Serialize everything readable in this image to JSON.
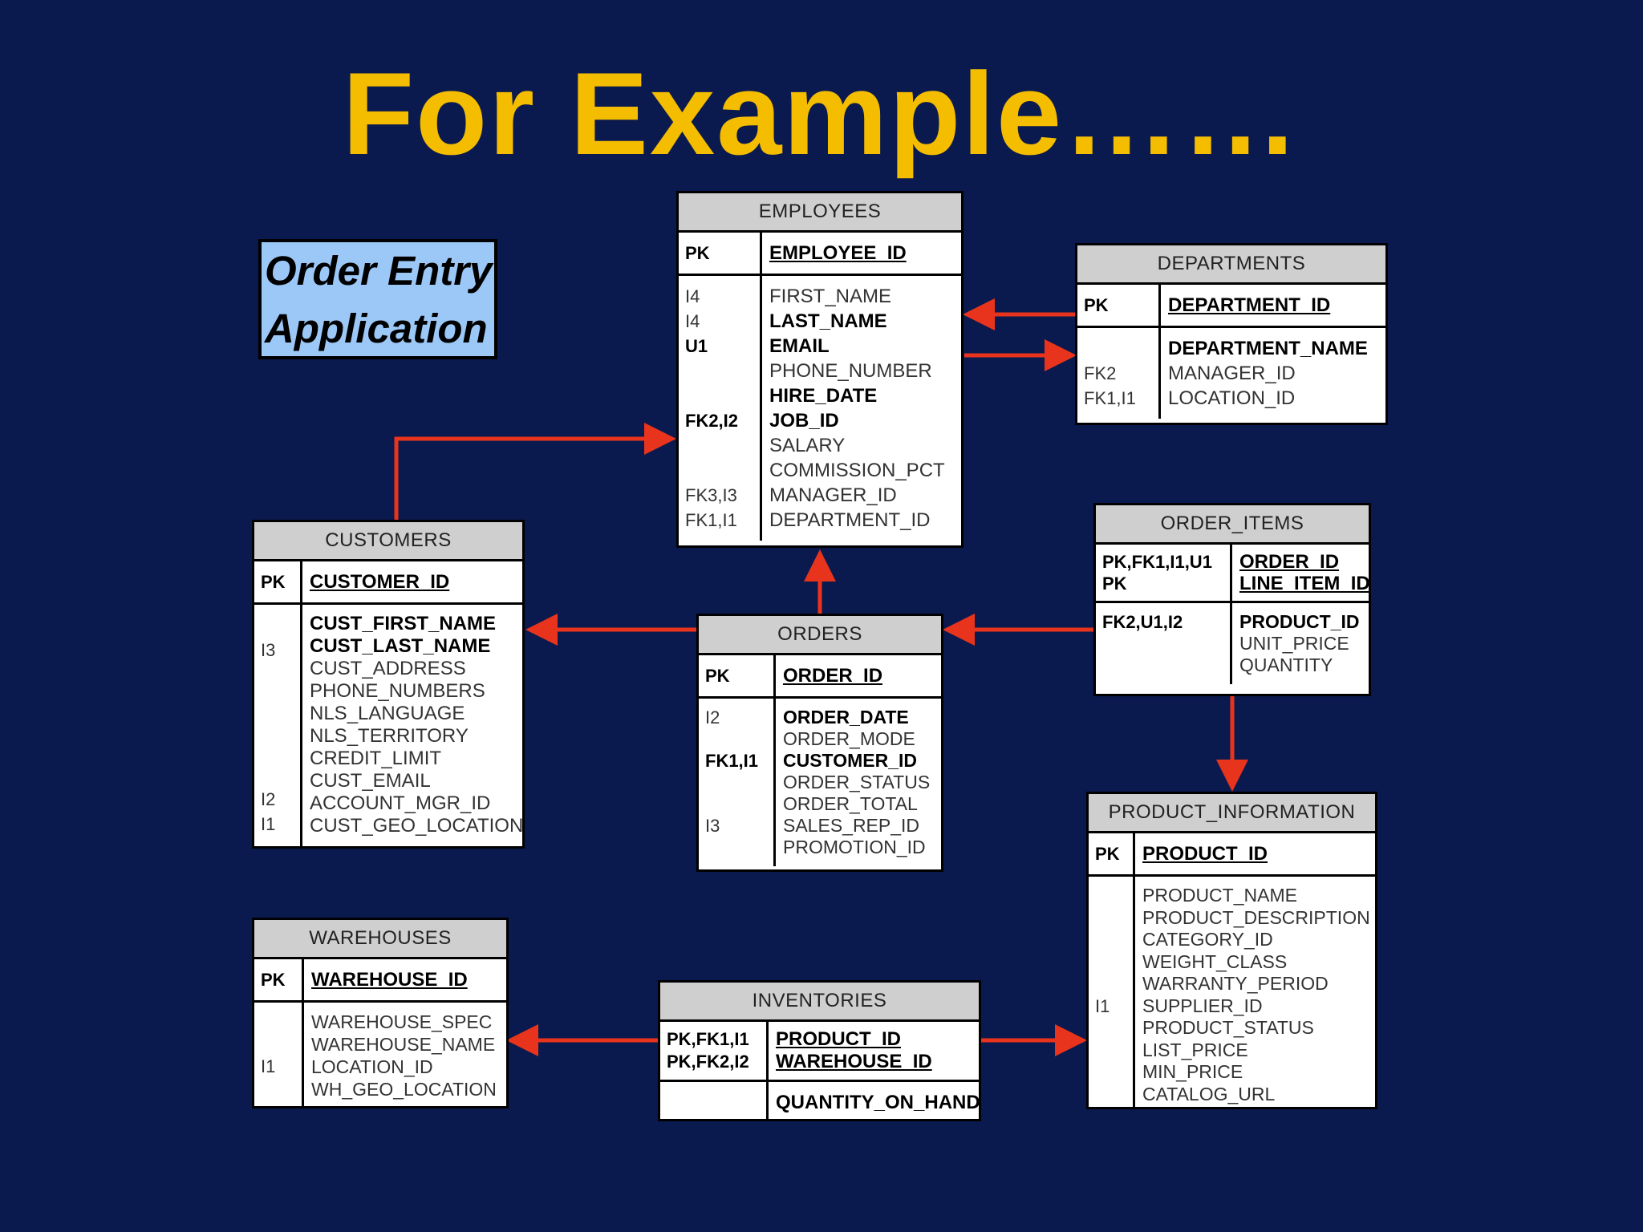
{
  "title": "For Example……",
  "app_label": {
    "line1": "Order Entry",
    "line2": "Application"
  },
  "colors": {
    "background": "#0b1a4e",
    "title": "#f5bd00",
    "arrow": "#e8341c",
    "label_box": "#9cc8f7"
  },
  "tables": {
    "employees": {
      "name": "EMPLOYEES",
      "pk_label": "PK",
      "pk_cols": [
        "EMPLOYEE_ID"
      ],
      "key_labels": [
        "I4",
        "I4",
        "U1",
        "",
        "",
        "FK2,I2",
        "",
        "",
        "FK3,I3",
        "FK1,I1"
      ],
      "columns": [
        "FIRST_NAME",
        "LAST_NAME",
        "EMAIL",
        "PHONE_NUMBER",
        "HIRE_DATE",
        "JOB_ID",
        "SALARY",
        "COMMISSION_PCT",
        "MANAGER_ID",
        "DEPARTMENT_ID"
      ]
    },
    "departments": {
      "name": "DEPARTMENTS",
      "pk_label": "PK",
      "pk_cols": [
        "DEPARTMENT_ID"
      ],
      "key_labels": [
        "",
        "FK2",
        "FK1,I1"
      ],
      "columns": [
        "DEPARTMENT_NAME",
        "MANAGER_ID",
        "LOCATION_ID"
      ]
    },
    "customers": {
      "name": "CUSTOMERS",
      "pk_label": "PK",
      "pk_cols": [
        "CUSTOMER_ID"
      ],
      "key_labels": [
        "",
        "I3",
        "",
        "",
        "",
        "",
        "",
        "I2",
        "I1",
        ""
      ],
      "columns": [
        "CUST_FIRST_NAME",
        "CUST_LAST_NAME",
        "CUST_ADDRESS",
        "PHONE_NUMBERS",
        "NLS_LANGUAGE",
        "NLS_TERRITORY",
        "CREDIT_LIMIT",
        "CUST_EMAIL",
        "ACCOUNT_MGR_ID",
        "CUST_GEO_LOCATION"
      ]
    },
    "orders": {
      "name": "ORDERS",
      "pk_label": "PK",
      "pk_cols": [
        "ORDER_ID"
      ],
      "key_labels": [
        "I2",
        "",
        "FK1,I1",
        "",
        "",
        "I3",
        ""
      ],
      "columns": [
        "ORDER_DATE",
        "ORDER_MODE",
        "CUSTOMER_ID",
        "ORDER_STATUS",
        "ORDER_TOTAL",
        "SALES_REP_ID",
        "PROMOTION_ID"
      ]
    },
    "order_items": {
      "name": "ORDER_ITEMS",
      "pk_labels": [
        "PK,FK1,I1,U1",
        "PK"
      ],
      "pk_cols": [
        "ORDER_ID",
        "LINE_ITEM_ID"
      ],
      "key_labels": [
        "FK2,U1,I2",
        "",
        ""
      ],
      "columns": [
        "PRODUCT_ID",
        "UNIT_PRICE",
        "QUANTITY"
      ]
    },
    "product_information": {
      "name": "PRODUCT_INFORMATION",
      "pk_label": "PK",
      "pk_cols": [
        "PRODUCT_ID"
      ],
      "key_labels": [
        "",
        "",
        "",
        "",
        "",
        "I1",
        "",
        "",
        "",
        ""
      ],
      "columns": [
        "PRODUCT_NAME",
        "PRODUCT_DESCRIPTION",
        "CATEGORY_ID",
        "WEIGHT_CLASS",
        "WARRANTY_PERIOD",
        "SUPPLIER_ID",
        "PRODUCT_STATUS",
        "LIST_PRICE",
        "MIN_PRICE",
        "CATALOG_URL"
      ]
    },
    "warehouses": {
      "name": "WAREHOUSES",
      "pk_label": "PK",
      "pk_cols": [
        "WAREHOUSE_ID"
      ],
      "key_labels": [
        "",
        "",
        "I1",
        ""
      ],
      "columns": [
        "WAREHOUSE_SPEC",
        "WAREHOUSE_NAME",
        "LOCATION_ID",
        "WH_GEO_LOCATION"
      ]
    },
    "inventories": {
      "name": "INVENTORIES",
      "pk_labels": [
        "PK,FK1,I1",
        "PK,FK2,I2"
      ],
      "pk_cols": [
        "PRODUCT_ID",
        "WAREHOUSE_ID"
      ],
      "key_labels": [
        ""
      ],
      "columns": [
        "QUANTITY_ON_HAND"
      ]
    }
  }
}
